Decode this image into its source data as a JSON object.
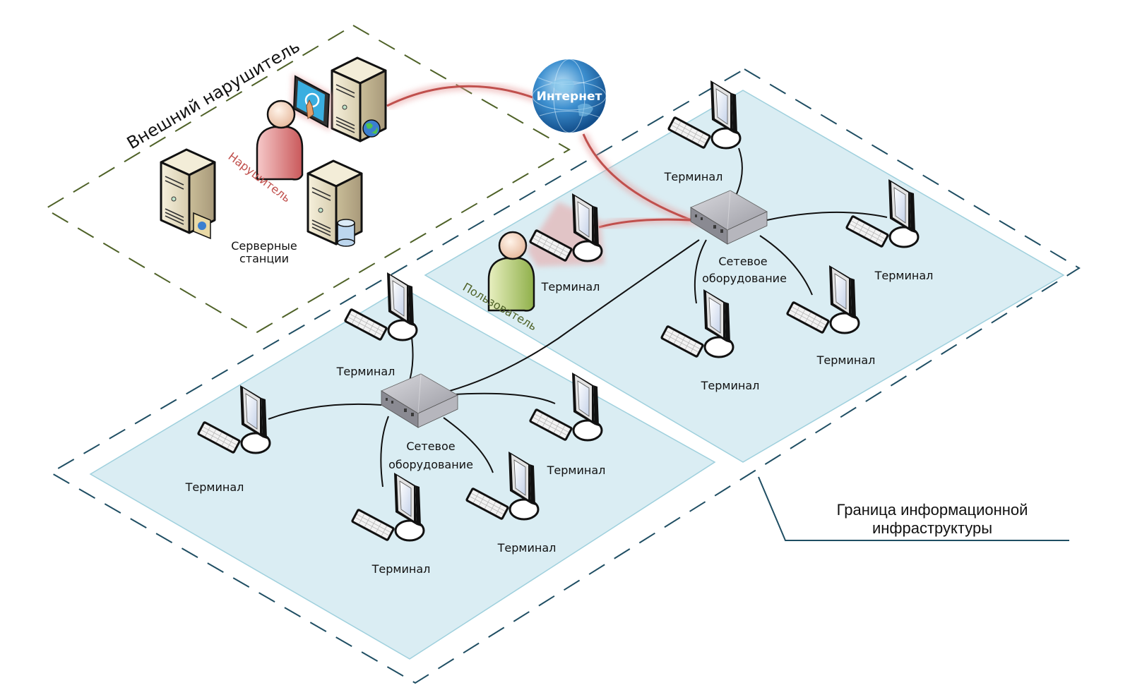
{
  "diagram": {
    "type": "network-infrastructure",
    "zones": {
      "external": {
        "label": "Внешний нарушитель",
        "border_color": "#4f6228"
      },
      "infrastructure": {
        "label_line1": "Граница информационной",
        "label_line2": "инфраструктуры",
        "border_color": "#1f4e63"
      },
      "plate_color": "#daedf3",
      "plate_edge": "#9fd0dd"
    },
    "internet": {
      "label": "Интернет"
    },
    "intruder": {
      "label": "Нарушитель",
      "color": "#c0504d"
    },
    "user": {
      "label": "Пользователь",
      "color": "#4f6228"
    },
    "servers": {
      "label_line1": "Серверные",
      "label_line2": "станции"
    },
    "switches": [
      {
        "id": "sw-upper",
        "label_line1": "Сетевое",
        "label_line2": "оборудование"
      },
      {
        "id": "sw-lower",
        "label_line1": "Сетевое",
        "label_line2": "оборудование"
      }
    ],
    "terminals": [
      {
        "id": "t1",
        "label": "Терминал",
        "segment": "upper"
      },
      {
        "id": "t2",
        "label": "Терминал",
        "segment": "upper"
      },
      {
        "id": "t3",
        "label": "Терминал",
        "segment": "upper"
      },
      {
        "id": "t4",
        "label": "Терминал",
        "segment": "upper"
      },
      {
        "id": "t5",
        "label": "Терминал",
        "segment": "upper",
        "compromised": true
      },
      {
        "id": "t6",
        "label": "Терминал",
        "segment": "lower"
      },
      {
        "id": "t7",
        "label": "Терминал",
        "segment": "lower"
      },
      {
        "id": "t8",
        "label": "Терминал",
        "segment": "lower"
      },
      {
        "id": "t9",
        "label": "Терминал",
        "segment": "lower"
      },
      {
        "id": "t10",
        "label": "Терминал",
        "segment": "lower"
      }
    ],
    "attack_path_color": "#c0504d"
  }
}
